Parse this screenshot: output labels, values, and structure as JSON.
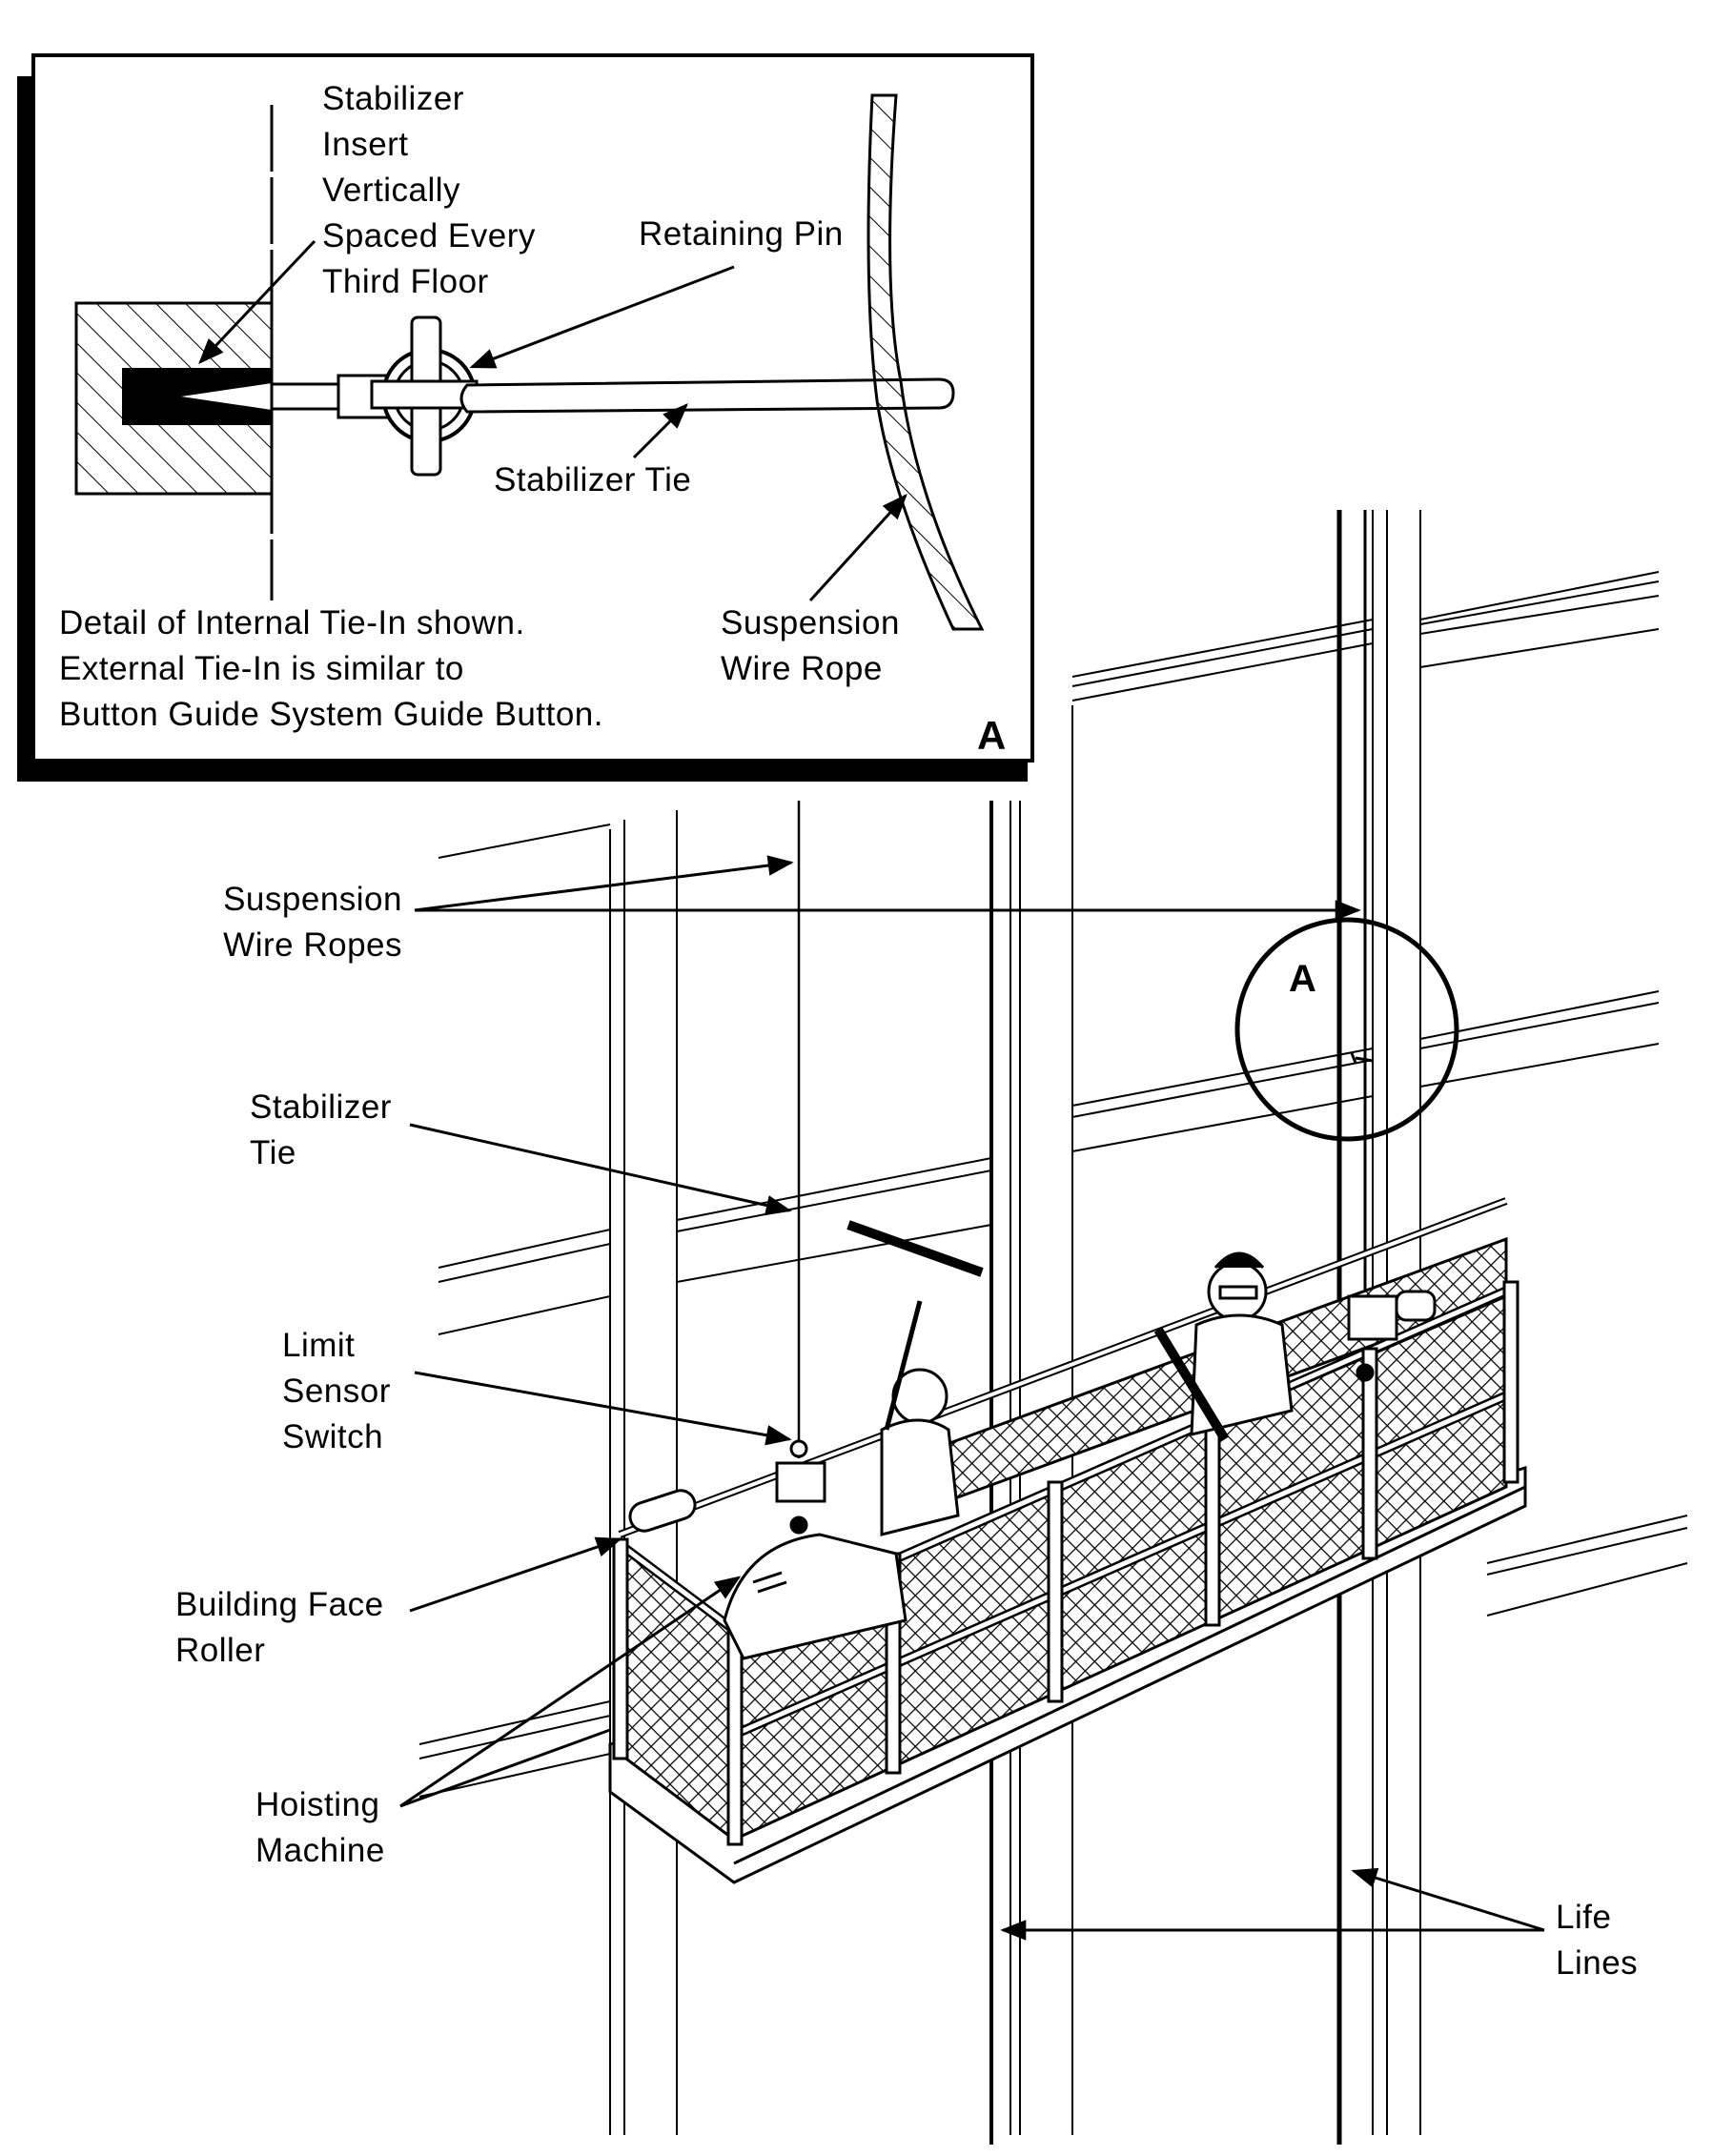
{
  "figure": {
    "title": "Suspended powered scaffold with stabilizer tie-in detail",
    "inset": {
      "letter": "A",
      "labels": {
        "stabilizer_insert": "Stabilizer\nInsert\nVertically\nSpaced Every\nThird Floor",
        "retaining_pin": "Retaining Pin",
        "stabilizer_tie": "Stabilizer Tie",
        "suspension_wire_rope": "Suspension\nWire Rope",
        "note": "Detail of Internal Tie-In shown.\nExternal Tie-In is similar to\nButton Guide System Guide Button."
      }
    },
    "main": {
      "callout_letter": "A",
      "labels": {
        "suspension_wire_ropes": "Suspension\nWire Ropes",
        "stabilizer_tie": "Stabilizer\nTie",
        "limit_sensor_switch": "Limit\nSensor\nSwitch",
        "building_face_roller": "Building Face\nRoller",
        "hoisting_machine": "Hoisting\nMachine",
        "life_lines": "Life\nLines"
      }
    }
  }
}
